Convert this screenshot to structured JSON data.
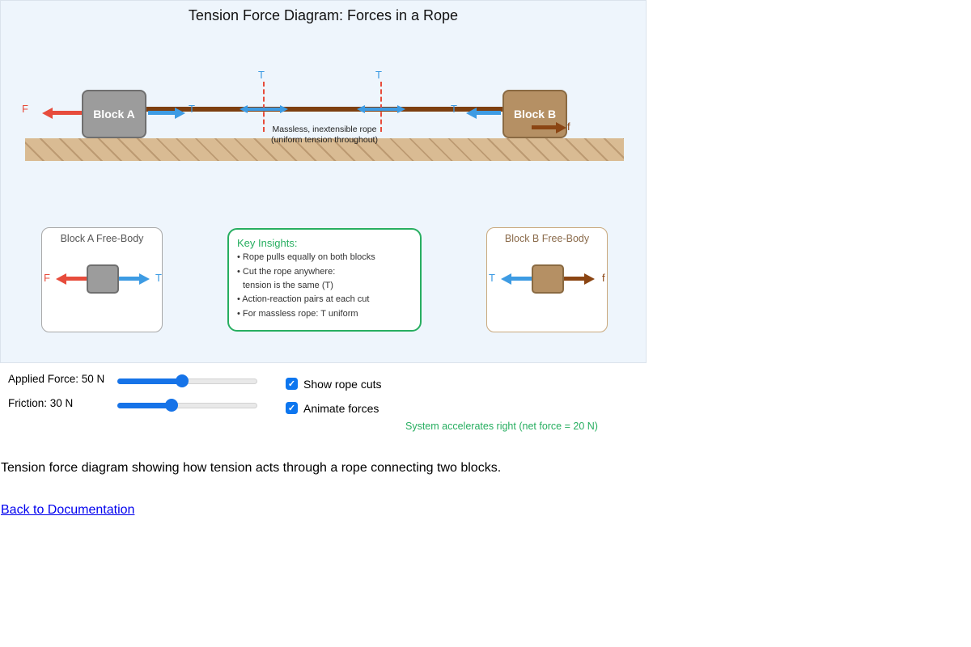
{
  "canvas": {
    "title": "Tension Force Diagram: Forces in a Rope",
    "block_a": "Block A",
    "block_b": "Block B",
    "force_labels": {
      "applied": "F",
      "tension": "T",
      "friction": "f"
    },
    "rope_note": [
      "Massless, inextensible rope",
      "(uniform tension throughout)"
    ],
    "freebody_a_title": "Block A Free-Body",
    "freebody_b_title": "Block B Free-Body",
    "insights": {
      "title": "Key Insights:",
      "items": [
        "• Rope pulls equally on both blocks",
        "• Cut the rope anywhere:",
        "tension is the same (T)",
        "• Action-reaction pairs at each cut",
        "• For massless rope: T uniform"
      ]
    }
  },
  "controls": {
    "applied_force_label": "Applied Force: 50 N",
    "friction_label": "Friction: 30 N",
    "applied_force_pct": 46,
    "friction_pct": 39,
    "check_icon": "✓",
    "checkboxes": [
      {
        "label": "Show rope cuts",
        "checked": true
      },
      {
        "label": "Animate forces",
        "checked": true
      }
    ],
    "status": "System accelerates right (net force = 20 N)"
  },
  "footer": {
    "caption": "Tension force diagram showing how tension acts through a rope connecting two blocks.",
    "link_label": "Back to Documentation"
  },
  "colors": {
    "tension_blue": "#3d9be3",
    "applied_red": "#e74c3c",
    "friction_brown": "#8b4513",
    "rope_brown": "#7d3f10",
    "insight_green": "#27ae60",
    "control_blue": "#1673e8",
    "canvas_bg": "#eef5fc",
    "ground_tan": "#d9bb93"
  }
}
